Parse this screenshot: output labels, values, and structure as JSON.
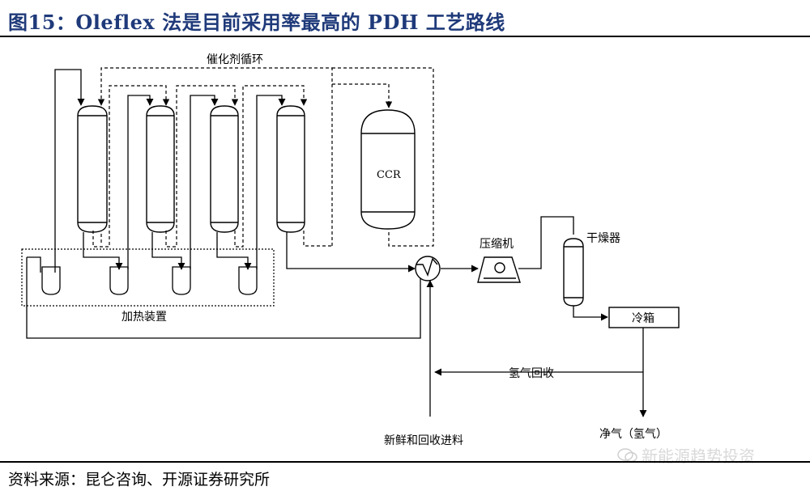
{
  "figure": {
    "title": "图15：Oleflex 法是目前采用率最高的 PDH 工艺路线",
    "source": "资料来源：昆仑咨询、开源证券研究所",
    "watermark": "新能源趋势投资"
  },
  "diagram": {
    "catalyst_loop_label": "催化剂循环",
    "regenerator_label": "CCR",
    "heater_label": "加热装置",
    "compressor_label": "压缩机",
    "dryer_label": "干燥器",
    "cold_box_label": "冷箱",
    "hydrogen_recovery_label": "氢气回收",
    "feed_label": "新鲜和回收进料",
    "net_gas_label": "净气（氢气）"
  }
}
